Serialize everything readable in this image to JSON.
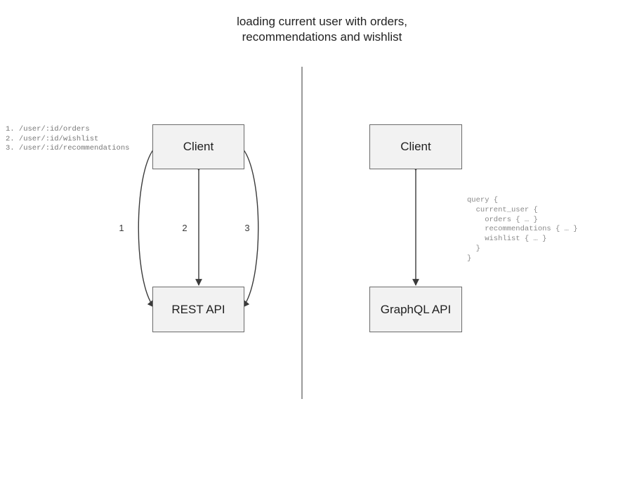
{
  "diagram": {
    "title": "loading current user with orders,\nrecommendations and wishlist",
    "divider": {
      "orientation": "vertical"
    },
    "left_panel": {
      "name": "rest-approach",
      "nodes": [
        {
          "id": "client",
          "label": "Client"
        },
        {
          "id": "rest-api",
          "label": "REST API"
        }
      ],
      "edges": [
        {
          "id": "1",
          "label": "1",
          "style": "curved-left",
          "arrows": "both"
        },
        {
          "id": "2",
          "label": "2",
          "style": "straight",
          "arrows": "both"
        },
        {
          "id": "3",
          "label": "3",
          "style": "curved-right",
          "arrows": "both"
        }
      ],
      "endpoints": "1. /user/:id/orders\n2. /user/:id/wishlist\n3. /user/:id/recommendations"
    },
    "right_panel": {
      "name": "graphql-approach",
      "nodes": [
        {
          "id": "client",
          "label": "Client"
        },
        {
          "id": "graphql-api",
          "label": "GraphQL API"
        }
      ],
      "edges": [
        {
          "id": "q",
          "label": "",
          "style": "straight",
          "arrows": "both"
        }
      ],
      "query": "query {\n  current_user {\n    orders { … }\n    recommendations { … }\n    wishlist { … }\n  }\n}"
    },
    "colors": {
      "box_fill": "#f2f2f2",
      "box_stroke": "#6b6b6b",
      "edge_stroke": "#3a3a3a",
      "divider_stroke": "#6f6f6f",
      "title_text": "#222222",
      "code_text": "#8a8a8a"
    }
  }
}
